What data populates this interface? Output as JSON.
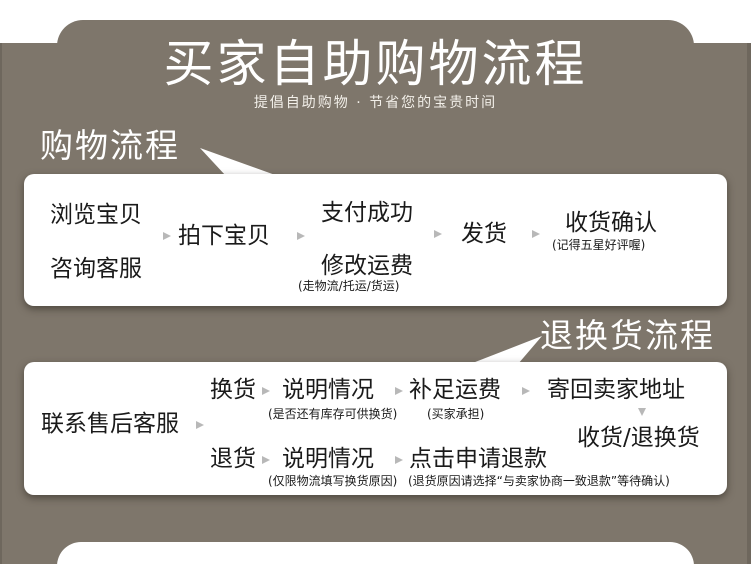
{
  "header": {
    "title": "买家自助购物流程",
    "subtitle": "提倡自助购物 · 节省您的宝贵时间"
  },
  "colors": {
    "background": "#7e766b",
    "card": "#ffffff",
    "text": "#1a1a1a",
    "arrow": "#b8b8b8"
  },
  "shopping_flow": {
    "heading": "购物流程",
    "steps": {
      "browse": "浏览宝贝",
      "consult": "咨询客服",
      "order": "拍下宝贝",
      "pay": "支付成功",
      "modify_shipping": "修改运费",
      "modify_shipping_note": "(走物流/托运/货运)",
      "ship": "发货",
      "confirm": "收货确认",
      "confirm_note": "(记得五星好评喔)"
    }
  },
  "return_flow": {
    "heading": "退换货流程",
    "start": "联系售后客服",
    "exchange": {
      "label": "换货",
      "explain": "说明情况",
      "explain_note": "(是否还有库存可供换货)",
      "shipping": "补足运费",
      "shipping_note": "(买家承担)",
      "send_back": "寄回卖家地址"
    },
    "refund": {
      "label": "退货",
      "explain": "说明情况",
      "explain_note": "(仅限物流填写换货原因)",
      "apply": "点击申请退款",
      "apply_note": "(退货原因请选择“与卖家协商一致退款”等待确认)"
    },
    "end": "收货/退换货"
  }
}
